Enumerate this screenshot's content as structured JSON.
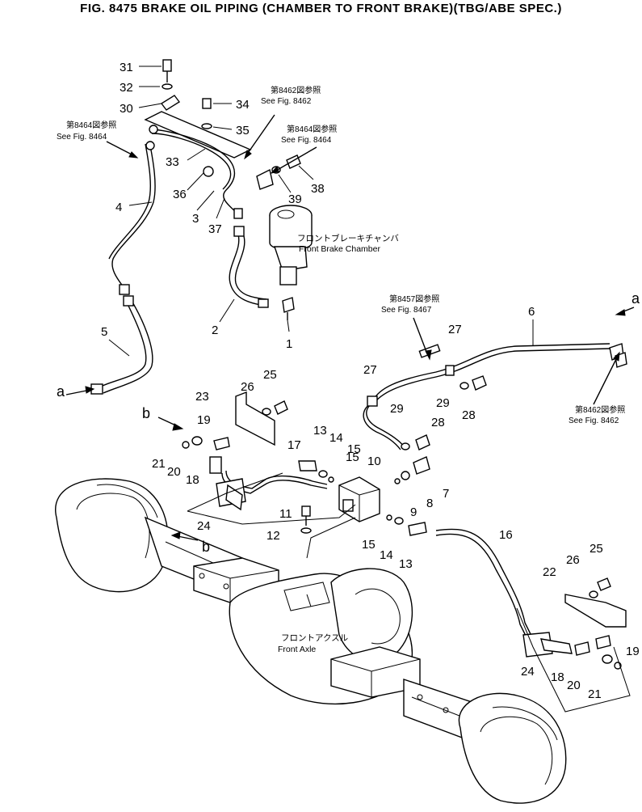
{
  "title": "FIG. 8475  BRAKE OIL PIPING (CHAMBER TO FRONT BRAKE)(TBG/ABE SPEC.)",
  "references": {
    "r8464a_jp": "第8464図参照",
    "r8464a_en": "See Fig. 8464",
    "r8462a_jp": "第8462図参照",
    "r8462a_en": "See Fig. 8462",
    "r8464b_jp": "第8464図参照",
    "r8464b_en": "See Fig. 8464",
    "r8457_jp": "第8457図参照",
    "r8457_en": "See Fig. 8467",
    "r8462b_jp": "第8462図参照",
    "r8462b_en": "See Fig. 8462"
  },
  "labels": {
    "chamber_jp": "フロントブレーキチャンバ",
    "chamber_en": "Front  Brake  Chamber",
    "axle_jp": "フロントアクスル",
    "axle_en": "Front  Axle"
  },
  "connectors": {
    "a": "a",
    "b": "b"
  },
  "callouts": [
    "1",
    "2",
    "3",
    "4",
    "5",
    "6",
    "7",
    "8",
    "9",
    "10",
    "11",
    "12",
    "13",
    "14",
    "15",
    "16",
    "17",
    "18",
    "19",
    "20",
    "21",
    "22",
    "23",
    "24",
    "25",
    "26",
    "27",
    "28",
    "29",
    "30",
    "31",
    "32",
    "33",
    "34",
    "35",
    "36",
    "37",
    "38",
    "39"
  ]
}
